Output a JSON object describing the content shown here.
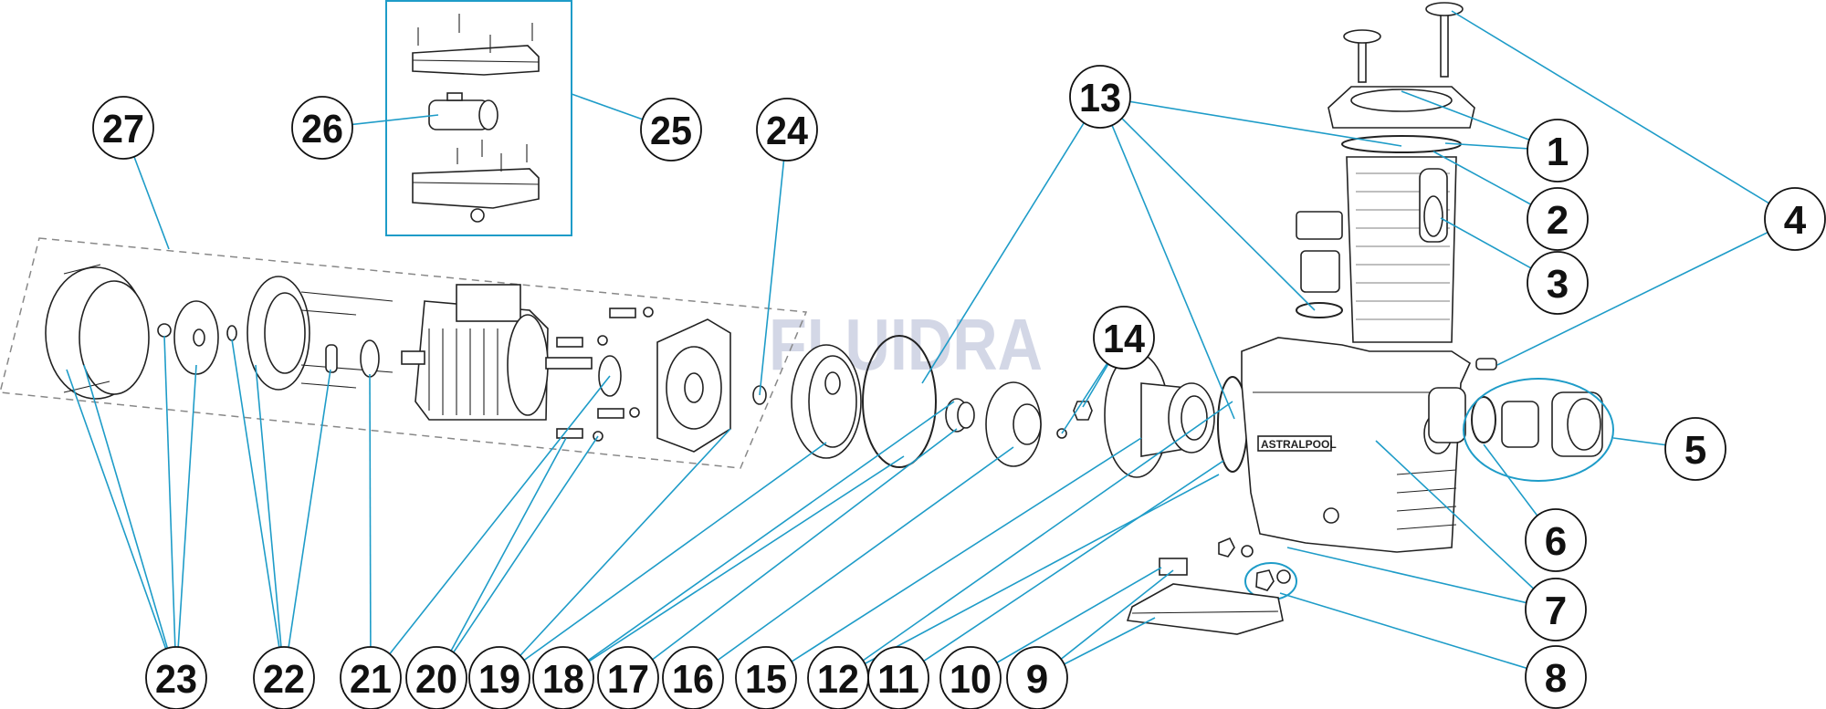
{
  "watermark": "FLUIDRA",
  "pump_label": "ASTRALPOOL",
  "colors": {
    "leader": "#1e9cc8",
    "outline": "#222222",
    "watermark": "#d3d7e6"
  },
  "callouts": [
    {
      "label": "1"
    },
    {
      "label": "2"
    },
    {
      "label": "3"
    },
    {
      "label": "4"
    },
    {
      "label": "5"
    },
    {
      "label": "6"
    },
    {
      "label": "7"
    },
    {
      "label": "8"
    },
    {
      "label": "9"
    },
    {
      "label": "10"
    },
    {
      "label": "11"
    },
    {
      "label": "12"
    },
    {
      "label": "13"
    },
    {
      "label": "14"
    },
    {
      "label": "15"
    },
    {
      "label": "16"
    },
    {
      "label": "17"
    },
    {
      "label": "18"
    },
    {
      "label": "19"
    },
    {
      "label": "20"
    },
    {
      "label": "21"
    },
    {
      "label": "22"
    },
    {
      "label": "23"
    },
    {
      "label": "24"
    },
    {
      "label": "25"
    },
    {
      "label": "26"
    },
    {
      "label": "27"
    }
  ]
}
